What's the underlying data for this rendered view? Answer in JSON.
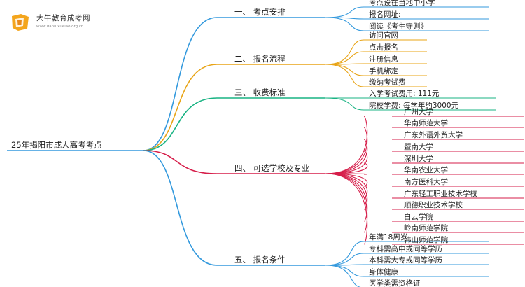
{
  "logo": {
    "title": "大牛教育成考网",
    "subtitle": "www.daniuxueiao.org.cn"
  },
  "root": {
    "label": "25年揭阳市成人高考考点"
  },
  "colors": {
    "sec1": "#3399dd",
    "sec2": "#e8a416",
    "sec3": "#19b383",
    "sec4": "#d61e4a",
    "sec5": "#3399dd",
    "root_line": "#3399dd"
  },
  "sections": [
    {
      "label": "一、 考点安排",
      "items": [
        "考点设在当地中小学",
        "报名网址:",
        "阅读《考生守则》"
      ]
    },
    {
      "label": "二、 报名流程",
      "items": [
        "访问官网",
        "点击报名",
        "注册信息",
        "手机绑定",
        "缴纳考试费"
      ]
    },
    {
      "label": "三、 收费标准",
      "items": [
        "入学考试费用: 111元",
        "院校学费: 每学年约3000元"
      ]
    },
    {
      "label": "四、 可选学校及专业",
      "items": [
        "广州大学",
        "华南师范大学",
        "广东外语外贸大学",
        "暨南大学",
        "深圳大学",
        "华南农业大学",
        "南方医科大学",
        "广东轻工职业技术学校",
        "顺德职业技术学校",
        "白云学院",
        "岭南师范学院",
        "韩山师范学院"
      ]
    },
    {
      "label": "五、 报名条件",
      "items": [
        "年满18周岁",
        "专科需高中或同等学历",
        "本科需大专或同等学历",
        "身体健康",
        "医学类需资格证"
      ]
    }
  ]
}
